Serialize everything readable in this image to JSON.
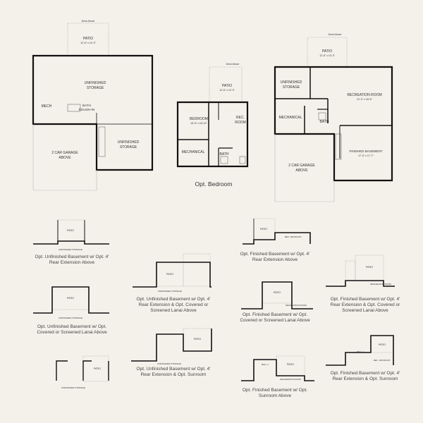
{
  "plans": {
    "main": {
      "deck_above": "Deck Above",
      "patio": "PATIO",
      "patio_size": "12'-6\" x 10'-3\"",
      "unfinished_storage_1": "UNFINISHED",
      "unfinished_storage_2": "STORAGE",
      "mech": "MECH",
      "bath_rough_in_1": "BATH",
      "bath_rough_in_2": "ROUGH-IN",
      "garage_1": "2 CAR GARAGE",
      "garage_2": "ABOVE",
      "unfinished_storage_right_1": "UNFINISHED",
      "unfinished_storage_right_2": "STORAGE"
    },
    "opt_bedroom": {
      "deck_above": "Deck Above",
      "patio": "PATIO",
      "patio_size": "12'-6\" x 10'-3\"",
      "bedroom": "BEDROOM",
      "bedroom_size": "15'-5\" x 18'-10\"",
      "rec_room_1": "REC.",
      "rec_room_2": "ROOM",
      "mechanical": "MECHANICAL",
      "bath": "BATH",
      "caption": "Opt. Bedroom"
    },
    "finished": {
      "deck_above": "Deck Above",
      "patio": "PATIO",
      "patio_size": "12'-6\" x 10'-3\"",
      "unfinished_storage_1": "UNFINISHED",
      "unfinished_storage_2": "STORAGE",
      "recreation_room": "RECREATION ROOM",
      "recreation_size": "21'-0\" x 18'-6\"",
      "mechanical": "MECHANICAL",
      "bath": "BATH",
      "garage_1": "2 CAR GARAGE",
      "garage_2": "ABOVE",
      "finished_basement": "FINISHED BASEMENT",
      "finished_basement_size": "17'-0\" x 17'-7\""
    }
  },
  "options": [
    {
      "caption": "Opt. Unfinished Basement w/ Opt. 4' Rear Extension Above"
    },
    {
      "caption": "Opt. Unfinished Basement w/ Opt. Covered or Screened Lanai Above"
    },
    {
      "caption": "Opt. Unfinished Basement w/ Opt. 4' Rear Extension & Opt. Covered or Screened Lanai Above"
    },
    {
      "caption": "Opt. Unfinished Basement w/ Opt. 4' Rear Extension & Opt. Sunroom"
    },
    {
      "caption": "Opt. Finished Basement w/ Opt. 4' Rear Extension Above"
    },
    {
      "caption": "Opt. Finished Basement w/ Opt. Covered or Screened Lanai Above"
    },
    {
      "caption": "Opt. Finished Basement w/ Opt. Sunroom Above"
    },
    {
      "caption": "Opt. Finished Basement w/ Opt. 4' Rear Extension & Opt. Covered or Screened Lanai Above"
    },
    {
      "caption": "Opt. Finished Basement w/ Opt. 4' Rear Extension & Opt. Sunroom"
    }
  ],
  "small_labels": {
    "patio": "PATIO",
    "unfinished_storage": "UNFINISHED STORAGE",
    "recreation_room": "RECREATION ROOM",
    "rec_room_ext": "REC. ROOM EXT.",
    "rec_2": "REC. 2",
    "deck_above": "Deck Above"
  }
}
